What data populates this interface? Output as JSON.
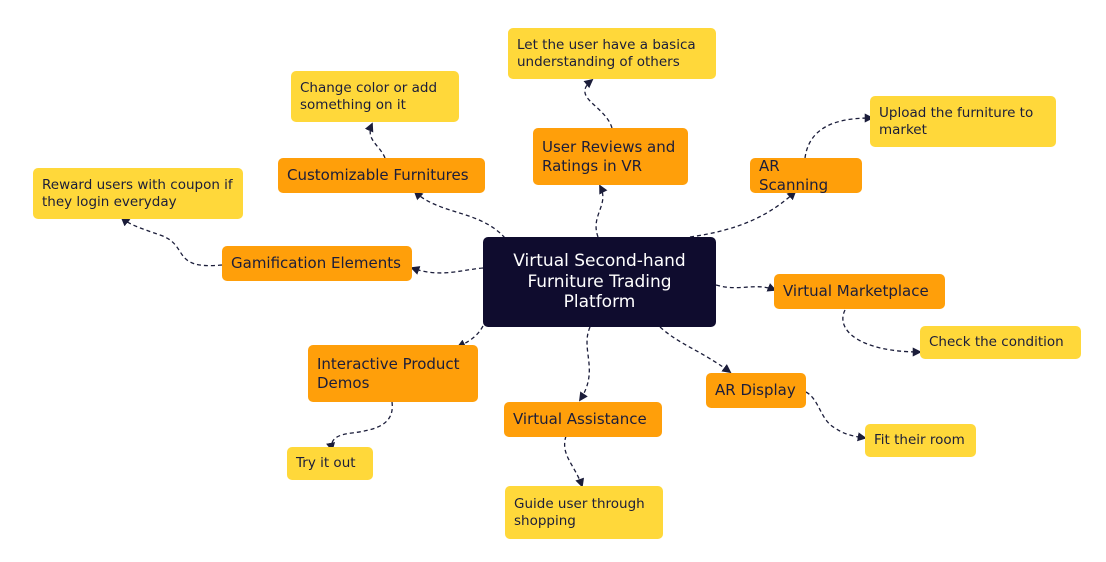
{
  "diagram": {
    "central_topic": "Virtual Second-hand Furniture Trading Platform",
    "branches": [
      {
        "label": "Customizable Furnitures",
        "children": [
          "Change color or add something on it"
        ]
      },
      {
        "label": "User Reviews and Ratings in VR",
        "children": [
          "Let the user have a basica understanding of others"
        ]
      },
      {
        "label": "AR Scanning",
        "children": [
          "Upload the furniture to market"
        ]
      },
      {
        "label": "Gamification Elements",
        "children": [
          "Reward users with coupon if they login everyday"
        ]
      },
      {
        "label": "Virtual Marketplace",
        "children": [
          "Check the condition"
        ]
      },
      {
        "label": "Interactive Product Demos",
        "children": [
          "Try it out"
        ]
      },
      {
        "label": "Virtual Assistance",
        "children": [
          "Guide user through shopping"
        ]
      },
      {
        "label": "AR Display",
        "children": [
          "Fit their room"
        ]
      }
    ]
  },
  "colors": {
    "central": "#0f0c2e",
    "branch": "#ff9f0a",
    "leaf": "#ffd83a",
    "connector": "#1b1d3a"
  }
}
